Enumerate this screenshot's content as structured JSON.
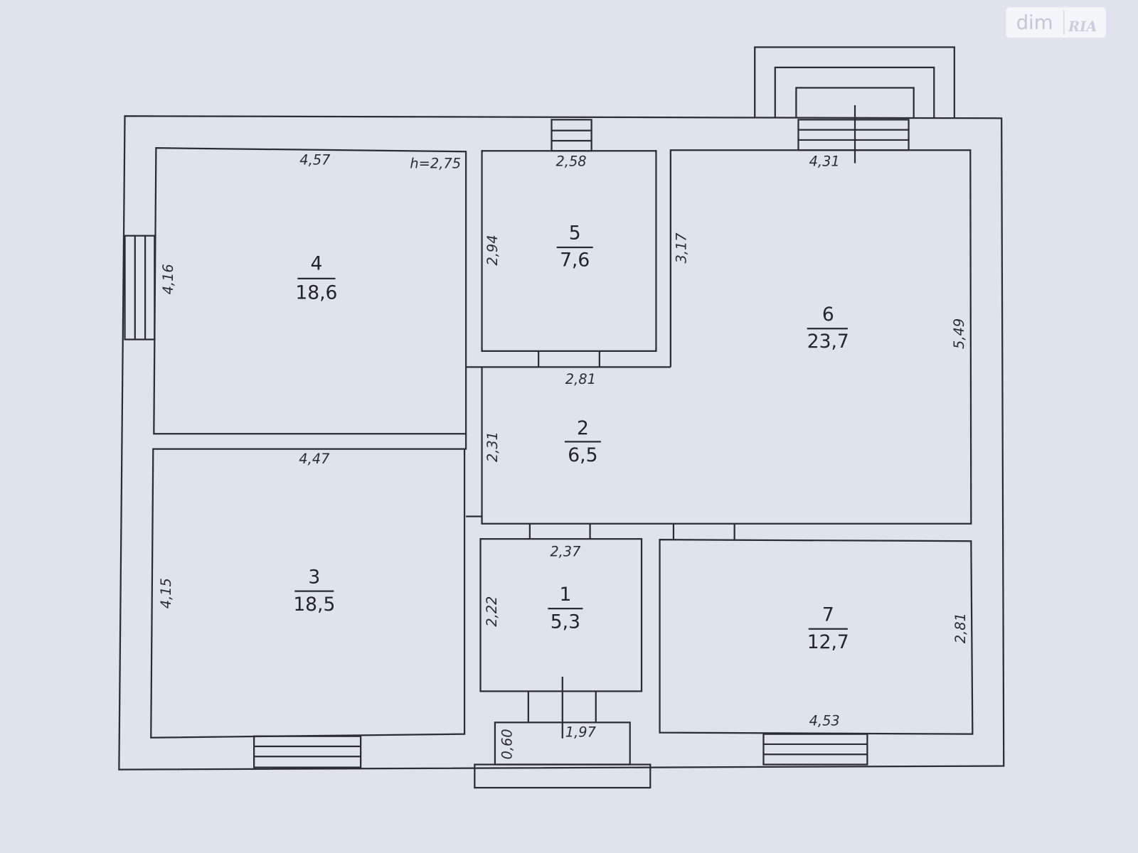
{
  "logo": {
    "brand": "dim",
    "sub": "RIA"
  },
  "ceiling_height": "h=2,75",
  "rooms": [
    {
      "number": "1",
      "area": "5,3"
    },
    {
      "number": "2",
      "area": "6,5"
    },
    {
      "number": "3",
      "area": "18,5"
    },
    {
      "number": "4",
      "area": "18,6"
    },
    {
      "number": "5",
      "area": "7,6"
    },
    {
      "number": "6",
      "area": "23,7"
    },
    {
      "number": "7",
      "area": "12,7"
    }
  ],
  "dimensions": {
    "r4_width": "4,57",
    "r4_height": "4,16",
    "r5_width": "2,58",
    "r5_height": "2,94",
    "r6_width": "4,31",
    "r6_height": "5,49",
    "r6_left": "3,17",
    "r2_width": "2,81",
    "r2_height": "2,31",
    "r3_width": "4,47",
    "r3_height": "4,15",
    "r1_width": "2,37",
    "r1_height": "2,22",
    "r7_width": "4,53",
    "r7_height": "2,81",
    "porch_width": "1,97",
    "porch_depth": "0,60"
  }
}
